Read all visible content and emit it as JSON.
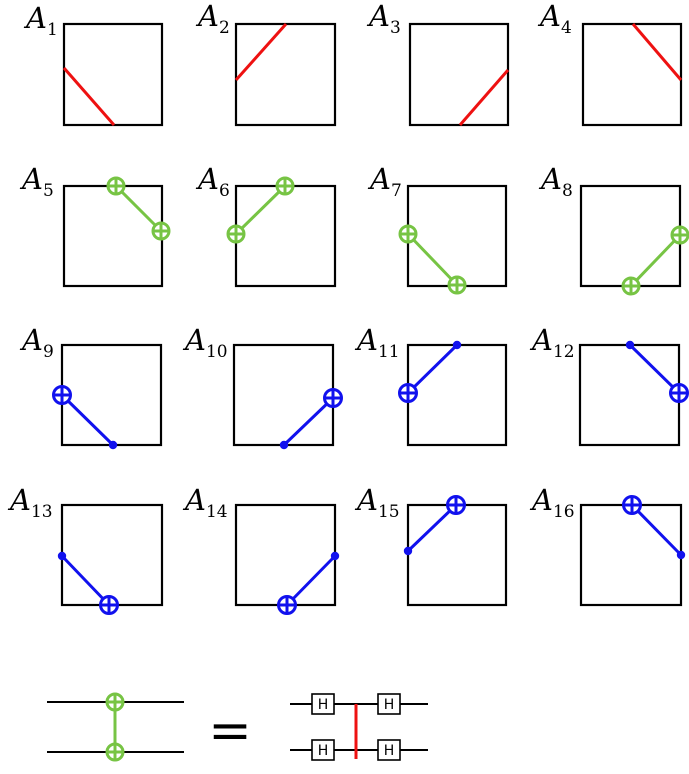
{
  "colors": {
    "frame": "#000000",
    "red": "#ee1111",
    "green": "#77c444",
    "blue": "#1111ee"
  },
  "tiles": [
    {
      "label": "A",
      "index": "1",
      "color": "red",
      "kind": "line"
    },
    {
      "label": "A",
      "index": "2",
      "color": "red",
      "kind": "line"
    },
    {
      "label": "A",
      "index": "3",
      "color": "red",
      "kind": "line"
    },
    {
      "label": "A",
      "index": "4",
      "color": "red",
      "kind": "line"
    },
    {
      "label": "A",
      "index": "5",
      "color": "green",
      "kind": "cnot-pair"
    },
    {
      "label": "A",
      "index": "6",
      "color": "green",
      "kind": "cnot-pair"
    },
    {
      "label": "A",
      "index": "7",
      "color": "green",
      "kind": "cnot-pair"
    },
    {
      "label": "A",
      "index": "8",
      "color": "green",
      "kind": "cnot-pair"
    },
    {
      "label": "A",
      "index": "9",
      "color": "blue",
      "kind": "cnot"
    },
    {
      "label": "A",
      "index": "10",
      "color": "blue",
      "kind": "cnot"
    },
    {
      "label": "A",
      "index": "11",
      "color": "blue",
      "kind": "cnot"
    },
    {
      "label": "A",
      "index": "12",
      "color": "blue",
      "kind": "cnot"
    },
    {
      "label": "A",
      "index": "13",
      "color": "blue",
      "kind": "cnot"
    },
    {
      "label": "A",
      "index": "14",
      "color": "blue",
      "kind": "cnot"
    },
    {
      "label": "A",
      "index": "15",
      "color": "blue",
      "kind": "cnot"
    },
    {
      "label": "A",
      "index": "16",
      "color": "blue",
      "kind": "cnot"
    }
  ],
  "equation": {
    "equals": "=",
    "gate_label": "H"
  }
}
